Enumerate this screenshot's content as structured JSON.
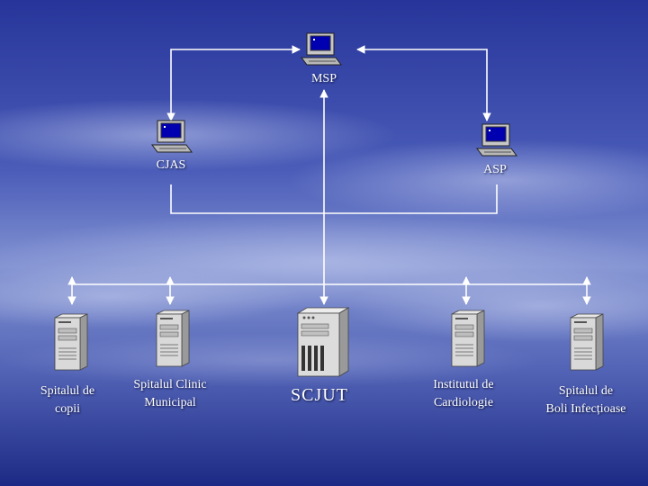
{
  "top_nodes": {
    "msp": {
      "label": "MSP",
      "icon": "workstation-icon"
    },
    "cjas": {
      "label": "CJAS",
      "icon": "workstation-icon"
    },
    "asp": {
      "label": "ASP",
      "icon": "workstation-icon"
    }
  },
  "hospitals": [
    {
      "line1": "Spitalul de",
      "line2": "copii",
      "icon": "server-tower-icon"
    },
    {
      "line1": "Spitalul Clinic",
      "line2": "Municipal",
      "icon": "server-tower-icon"
    },
    {
      "label": "SCJUT",
      "icon": "server-tower-icon"
    },
    {
      "line1": "Institutul de",
      "line2": "Cardiologie",
      "icon": "server-tower-icon"
    },
    {
      "line1": "Spitalul de",
      "line2": "Boli Infecțioase",
      "icon": "server-tower-icon"
    }
  ],
  "colors": {
    "background_top": "#2e3f9e",
    "background_mid": "#6f80c8",
    "background_bottom": "#1e2b86",
    "line": "#ffffff"
  }
}
